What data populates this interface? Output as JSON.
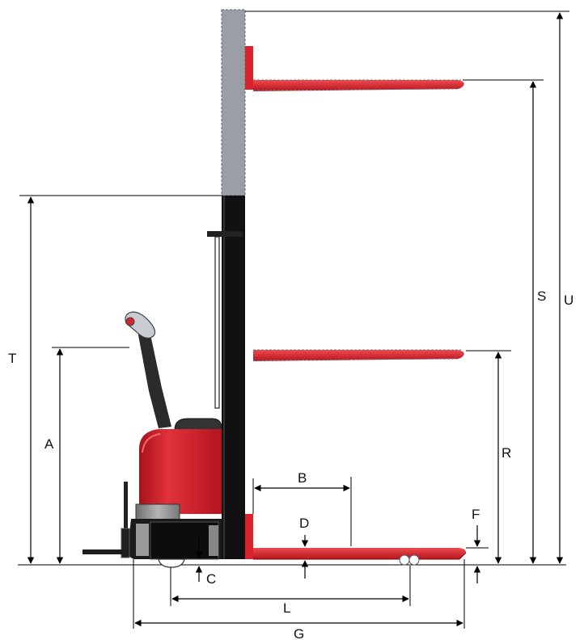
{
  "labels": {
    "T": "T",
    "A": "A",
    "B": "B",
    "C": "C",
    "D": "D",
    "F": "F",
    "G": "G",
    "L": "L",
    "R": "R",
    "S": "S",
    "U": "U"
  },
  "colors": {
    "body_red": "#d9232e",
    "body_dark_red": "#8f1219",
    "mast_black": "#111111",
    "mast_extended_grey": "#9a9ea6",
    "chassis_black": "#1a1a1a",
    "chassis_grey": "#8a8a8a",
    "dimension_line": "#000000"
  },
  "icons": {
    "arrow": "dimension-arrow-icon"
  }
}
